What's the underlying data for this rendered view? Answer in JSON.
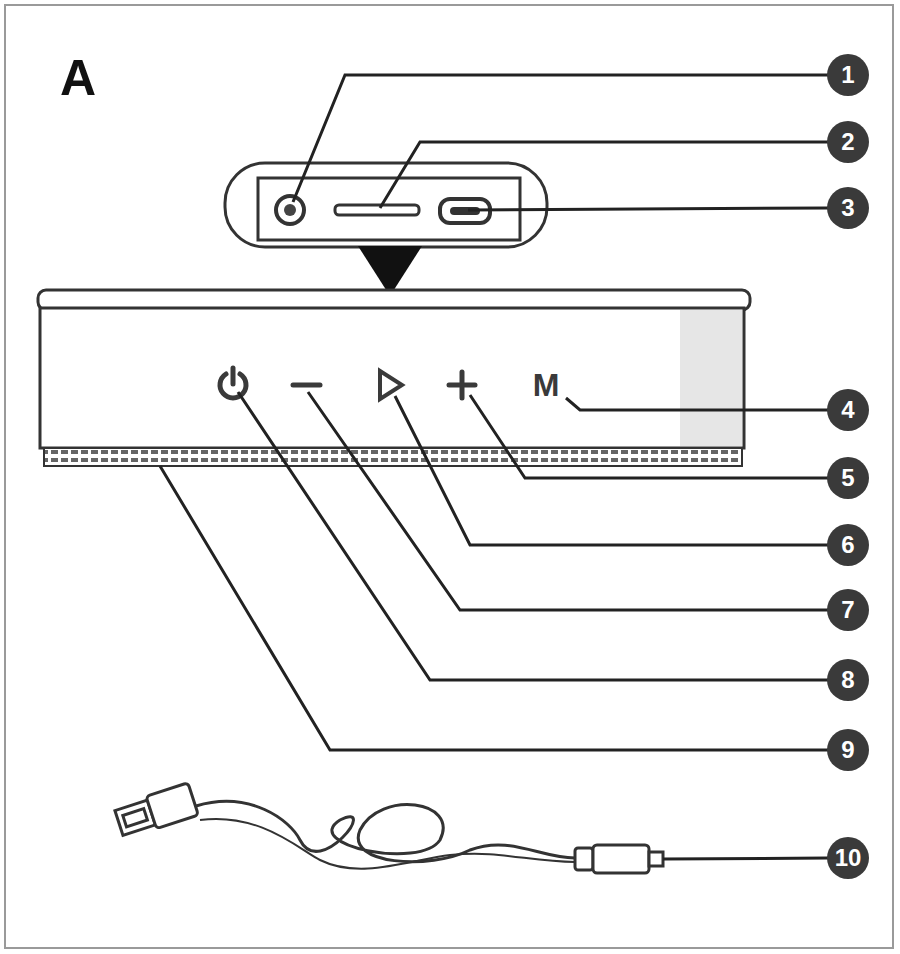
{
  "diagram": {
    "labels": [
      "A",
      "1",
      "2",
      "3",
      "M",
      "4",
      "5",
      "6",
      "7",
      "8",
      "9",
      "10"
    ]
  }
}
